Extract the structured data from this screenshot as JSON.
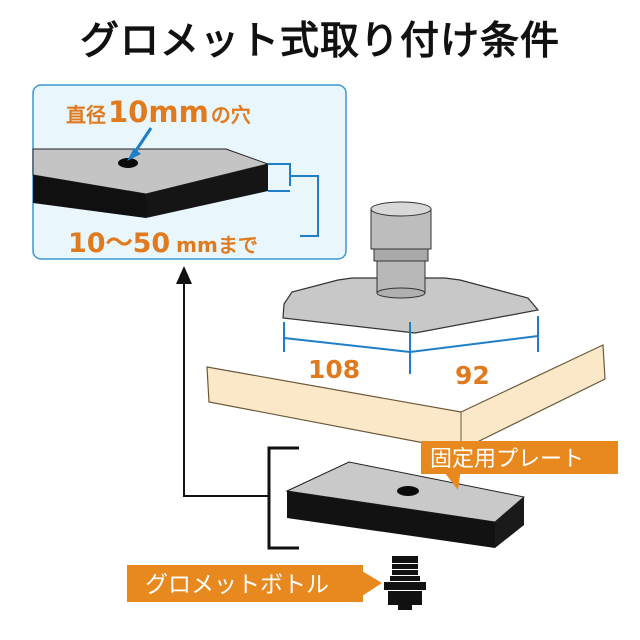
{
  "title": "グロメット式取り付け条件",
  "inset": {
    "hole_prefix": "直径",
    "hole_size": "10mm",
    "hole_suffix": "の穴",
    "thickness_value": "10〜50",
    "thickness_unit": "mmまで"
  },
  "base": {
    "dim_left": "108",
    "dim_right": "92"
  },
  "labels": {
    "plate": "固定用プレート",
    "bolt": "グロメットボトル"
  },
  "colors": {
    "accent_orange": "#e8891f",
    "dimension_orange": "#e07a1e",
    "callout_blue": "#1e7fc8",
    "inset_bg": "#e9f7fc",
    "inset_border": "#3c98d2",
    "desk_fill": "#fbe8c8",
    "plate_top": "#c7c7c7",
    "plate_side": "#111111",
    "base_gray": "#c4c4c4"
  }
}
